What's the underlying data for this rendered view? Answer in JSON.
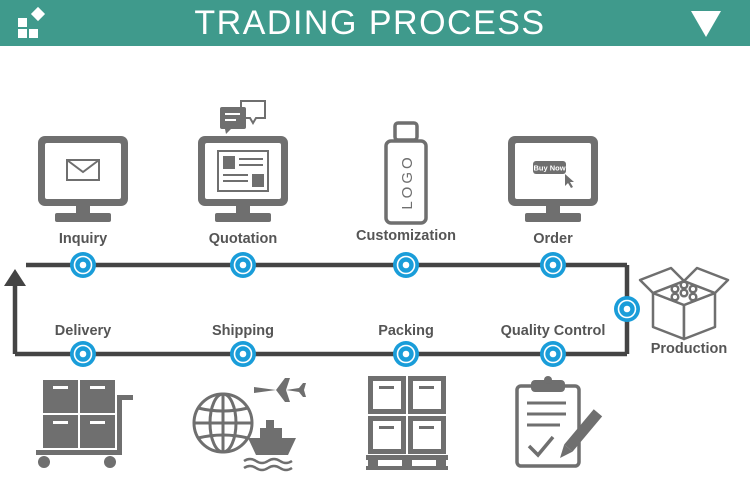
{
  "header": {
    "title": "TRADING PROCESS",
    "logo_icon": "four-squares-logo-icon",
    "menu_icon": "down-triangle-icon"
  },
  "colors": {
    "header_bg": "#3f9a8c",
    "node_fill": "#1a9dd9",
    "flow_line": "#444444",
    "icon_gray": "#6f6f6f"
  },
  "steps_top": [
    {
      "id": "inquiry",
      "label": "Inquiry",
      "icon": "envelope-monitor-icon"
    },
    {
      "id": "quotation",
      "label": "Quotation",
      "icon": "document-monitor-chat-icon"
    },
    {
      "id": "customization",
      "label": "Customization",
      "icon": "logo-bottle-icon"
    },
    {
      "id": "order",
      "label": "Order",
      "icon": "buy-now-monitor-icon"
    }
  ],
  "production": {
    "label": "Production",
    "icon": "open-box-icon"
  },
  "steps_bottom": [
    {
      "id": "delivery",
      "label": "Delivery",
      "icon": "cart-boxes-icon"
    },
    {
      "id": "shipping",
      "label": "Shipping",
      "icon": "globe-plane-ship-icon"
    },
    {
      "id": "packing",
      "label": "Packing",
      "icon": "pallet-boxes-icon"
    },
    {
      "id": "quality_control",
      "label": "Quality Control",
      "icon": "clipboard-pencil-icon"
    }
  ],
  "order_screen_text": "Buy Now",
  "logo_text": "LOGO"
}
